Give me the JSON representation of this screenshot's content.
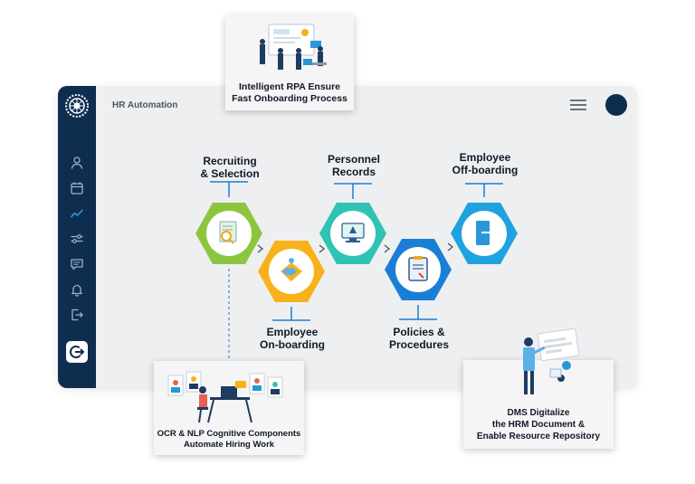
{
  "app": {
    "title": "HR Automation"
  },
  "sidebar": {
    "icons": [
      "gear-logo-icon",
      "user-icon",
      "calendar-icon",
      "trend-chart-icon",
      "sliders-icon",
      "chat-icon",
      "bell-icon",
      "logout-icon",
      "exit-button-icon"
    ]
  },
  "flow": {
    "steps": [
      {
        "line1": "Recruiting",
        "line2": "& Selection",
        "icon": "document-search-icon",
        "color": "#8cc63f"
      },
      {
        "line1": "Employee",
        "line2": "On-boarding",
        "icon": "handshake-icon",
        "color": "#f7b21a"
      },
      {
        "line1": "Personnel",
        "line2": "Records",
        "icon": "monitor-records-icon",
        "color": "#2fc3b3"
      },
      {
        "line1": "Policies &",
        "line2": "Procedures",
        "icon": "clipboard-icon",
        "color": "#1a7ed6"
      },
      {
        "line1": "Employee",
        "line2": "Off-boarding",
        "icon": "exit-door-icon",
        "color": "#1fa2e0"
      }
    ]
  },
  "cards": {
    "rpa": {
      "line1": "Intelligent RPA Ensure",
      "line2": "Fast Onboarding Process"
    },
    "ocr": {
      "line1": "OCR & NLP Cognitive Components",
      "line2": "Automate Hiring Work"
    },
    "dms": {
      "line1": "DMS Digitalize",
      "line2": "the HRM Document &",
      "line3": "Enable Resource Repository"
    }
  },
  "colors": {
    "sidebar": "#0f2d4f",
    "window_bg": "#eeeff1",
    "connector": "#1a7ed6",
    "arrow": "#4b5563"
  }
}
